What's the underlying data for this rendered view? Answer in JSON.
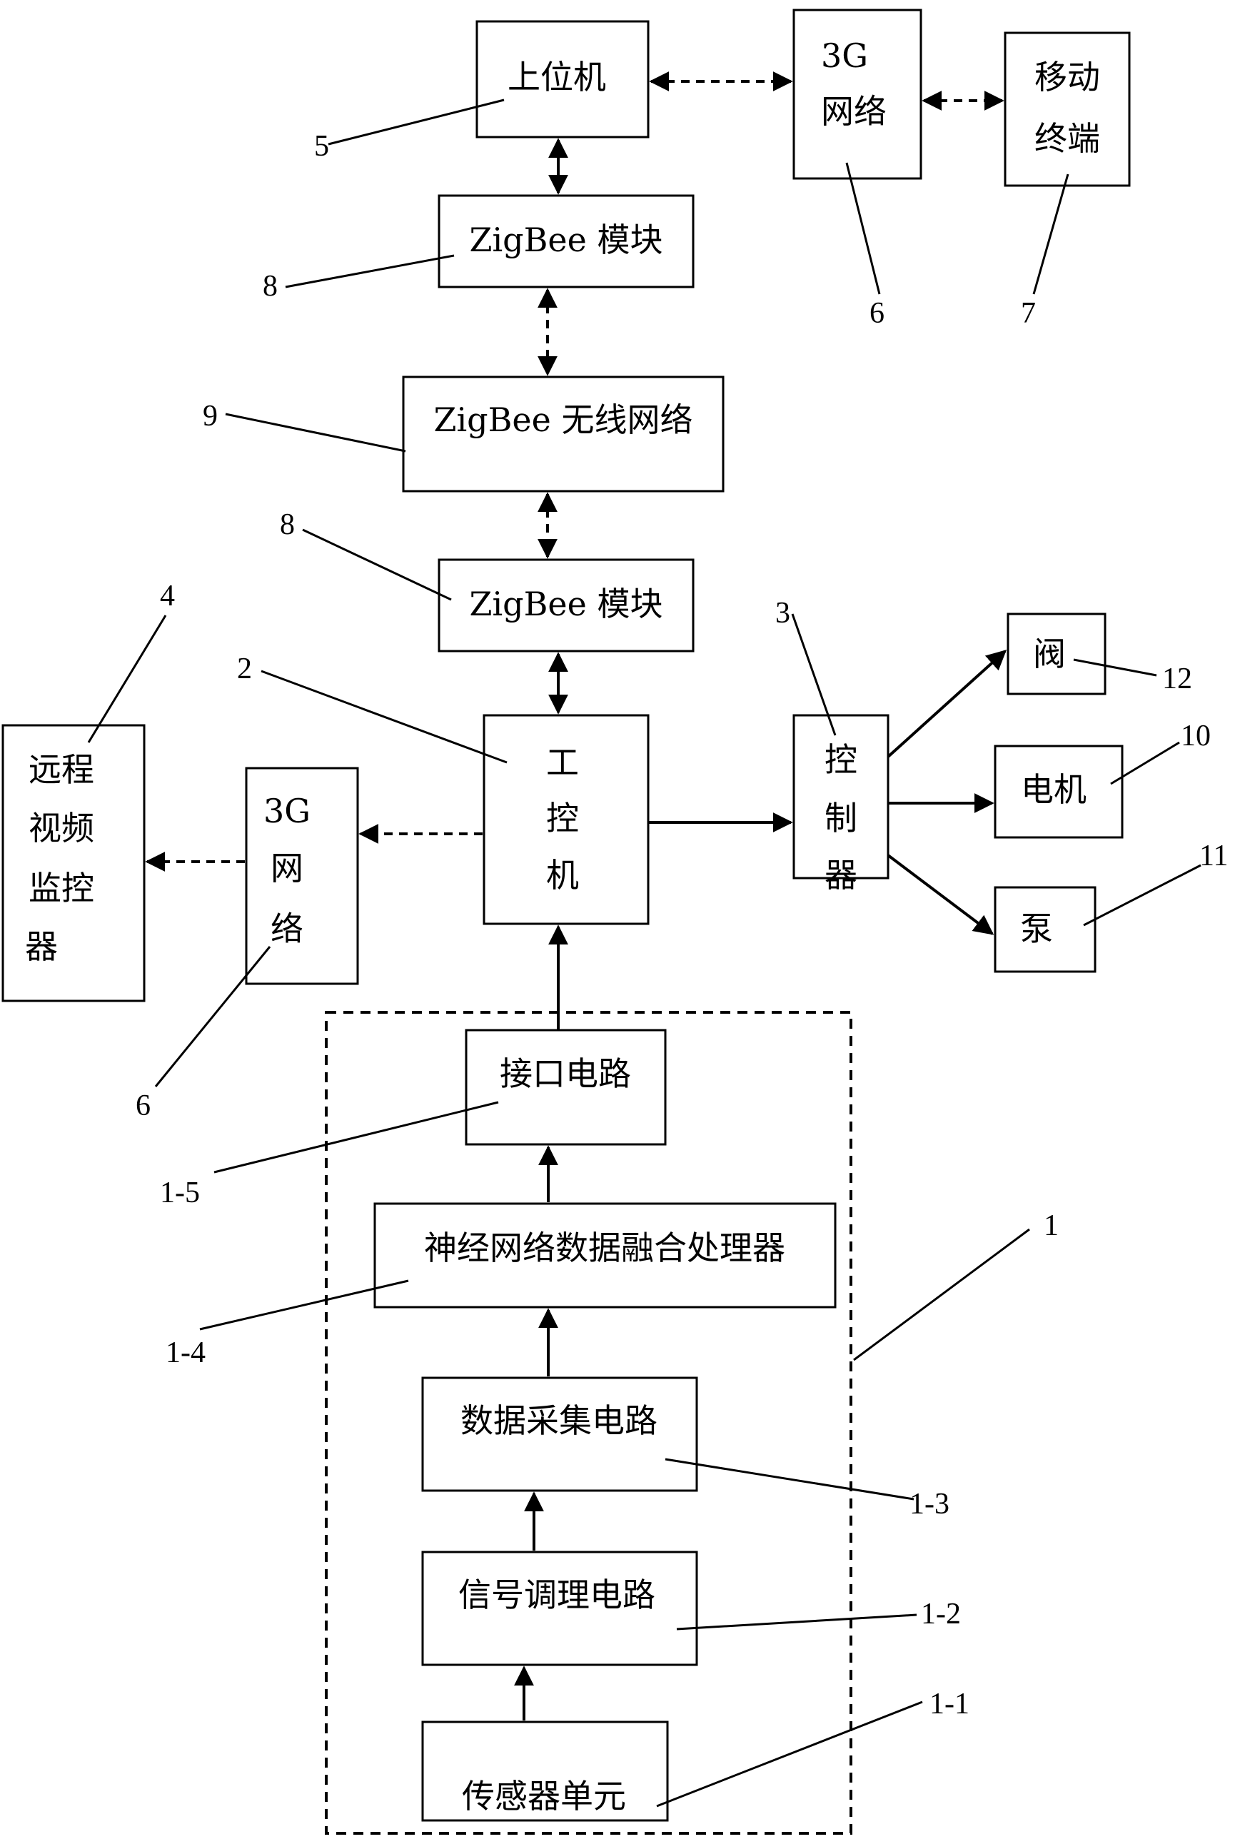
{
  "nodes": {
    "host": "上位机",
    "net3g_top": [
      "3G",
      "网络"
    ],
    "mobile": [
      "移动",
      "终端"
    ],
    "zigbee_top": "ZigBee 模块",
    "zigbee_net": "ZigBee 无线网络",
    "zigbee_bottom": "ZigBee 模块",
    "ipc": [
      "工",
      "控",
      "机"
    ],
    "controller": [
      "控",
      "制",
      "器"
    ],
    "valve": "阀",
    "motor": "电机",
    "pump": "泵",
    "net3g_left": [
      "3G",
      "网",
      "络"
    ],
    "video": [
      "远程",
      "视频",
      "监控",
      "器"
    ],
    "interface": "接口电路",
    "nn": "神经网络数据融合处理器",
    "daq": "数据采集电路",
    "signal": "信号调理电路",
    "sensor": "传感器单元"
  },
  "labels": {
    "l5": "5",
    "l6a": "6",
    "l7": "7",
    "l8a": "8",
    "l9": "9",
    "l8b": "8",
    "l4": "4",
    "l2": "2",
    "l3": "3",
    "l12": "12",
    "l10": "10",
    "l11": "11",
    "l6b": "6",
    "l1": "1",
    "l15": "1-5",
    "l14": "1-4",
    "l13": "1-3",
    "l12s": "1-2",
    "l11s": "1-1"
  }
}
